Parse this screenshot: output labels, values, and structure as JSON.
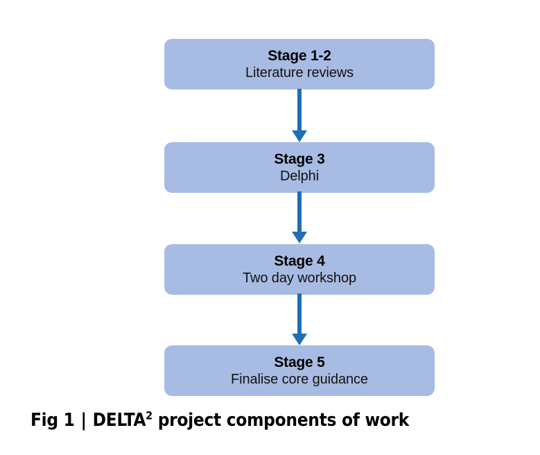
{
  "figure": {
    "caption_prefix": "Fig 1",
    "caption_separator": "|",
    "caption_acronym": "DELTA",
    "caption_superscript": "2",
    "caption_rest": "project components of work",
    "caption_full": "Fig 1 | DELTA2 project components of work"
  },
  "colors": {
    "node_fill": "#a8bce3",
    "arrow": "#1f6fb2",
    "text": "#000000",
    "background": "#ffffff"
  },
  "chart_data": {
    "type": "diagram",
    "diagram_kind": "vertical-flowchart",
    "title": "Fig 1 | DELTA2 project components of work",
    "nodes": [
      {
        "id": "stage-1-2",
        "title": "Stage 1-2",
        "subtitle": "Literature reviews"
      },
      {
        "id": "stage-3",
        "title": "Stage 3",
        "subtitle": "Delphi"
      },
      {
        "id": "stage-4",
        "title": "Stage 4",
        "subtitle": "Two day workshop"
      },
      {
        "id": "stage-5",
        "title": "Stage 5",
        "subtitle": "Finalise core guidance"
      }
    ],
    "edges": [
      {
        "from": "stage-1-2",
        "to": "stage-3",
        "style": "arrow-down"
      },
      {
        "from": "stage-3",
        "to": "stage-4",
        "style": "arrow-down"
      },
      {
        "from": "stage-4",
        "to": "stage-5",
        "style": "arrow-down"
      }
    ],
    "legend": [],
    "annotations": []
  }
}
